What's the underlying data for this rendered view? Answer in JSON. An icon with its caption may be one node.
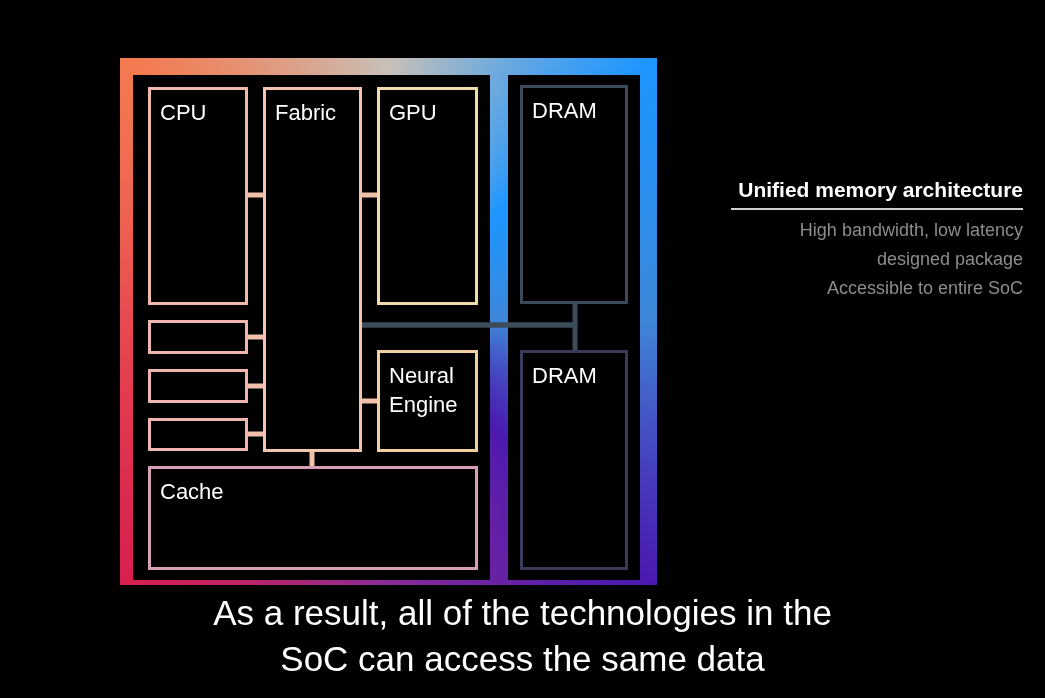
{
  "diagram": {
    "caption": "As a result, all of the technologies in the SoC can access the same data",
    "nodes": [
      {
        "text": [],
        "shape": "box"
      },
      {
        "text": [],
        "shape": "box",
        "in": 0
      },
      {
        "text": [
          "CPU"
        ],
        "in": 1
      },
      {
        "text": [
          "Fabric"
        ],
        "in": 1
      },
      {
        "text": [
          "GPU"
        ],
        "in": 1
      },
      {
        "text": [],
        "shape": "box",
        "in": 1
      },
      {
        "text": [],
        "shape": "box",
        "in": 1
      },
      {
        "text": [],
        "shape": "box",
        "in": 1
      },
      {
        "text": [
          "Neural Engine"
        ],
        "in": 1
      },
      {
        "text": [
          "Cache"
        ],
        "in": 1
      },
      {
        "text": [],
        "shape": "box",
        "in": 0
      },
      {
        "text": [
          "DRAM"
        ],
        "in": 10
      },
      {
        "text": [
          "DRAM"
        ],
        "in": 10
      }
    ],
    "edges": [
      {
        "from": 2,
        "to": 3,
        "arrow": "none"
      },
      {
        "from": 4,
        "to": 3,
        "arrow": "none"
      },
      {
        "from": 5,
        "to": 3,
        "arrow": "none"
      },
      {
        "from": 6,
        "to": 3,
        "arrow": "none"
      },
      {
        "from": 7,
        "to": 3,
        "arrow": "none"
      },
      {
        "from": 8,
        "to": 3,
        "arrow": "none"
      },
      {
        "from": 9,
        "to": 3,
        "arrow": "none"
      },
      {
        "from": 3,
        "to": 11,
        "arrow": "none",
        "color": "#3c4c58"
      },
      {
        "from": 3,
        "to": 12,
        "arrow": "none",
        "color": "#3c4c58"
      }
    ],
    "labels": [
      "Unified memory architecture",
      "High bandwidth, low latency",
      "designed package",
      "Accessible to entire SoC"
    ]
  }
}
